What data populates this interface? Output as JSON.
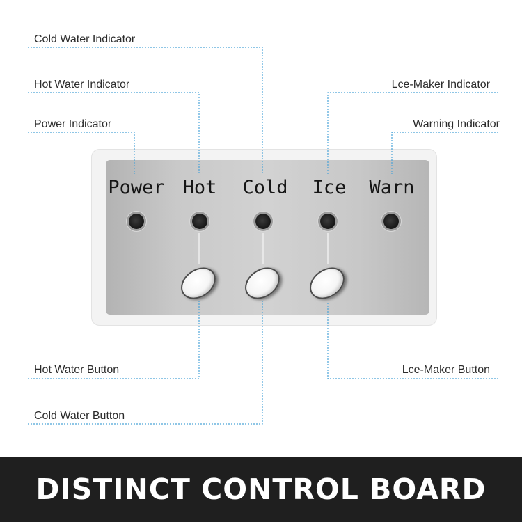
{
  "callouts": {
    "cold_water_indicator": "Cold Water Indicator",
    "hot_water_indicator": "Hot Water Indicator",
    "power_indicator": "Power Indicator",
    "ice_maker_indicator": "Lce-Maker Indicator",
    "warning_indicator": "Warning Indicator",
    "hot_water_button": "Hot Water Button",
    "ice_maker_button": "Lce-Maker Button",
    "cold_water_button": "Cold Water Button"
  },
  "panel": {
    "labels": {
      "power": "Power",
      "hot": "Hot",
      "cold": "Cold",
      "ice": "Ice",
      "warn": "Warn"
    }
  },
  "banner": {
    "title": "DISTINCT CONTROL BOARD"
  },
  "colors": {
    "leader_line": "#4aa3d8",
    "banner_bg": "#1f1f1f",
    "panel_face": "#c9c9c9"
  }
}
